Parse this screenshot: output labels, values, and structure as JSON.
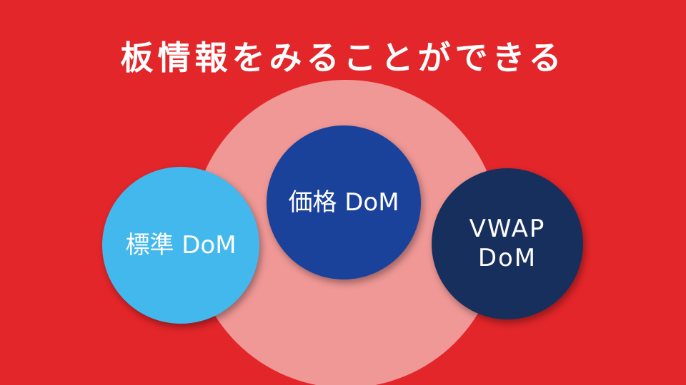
{
  "title": "板情報をみることができる",
  "circles": {
    "standard": {
      "label": "標準 DoM",
      "color": "#42b8ec"
    },
    "price": {
      "label": "価格 DoM",
      "color": "#1a429b"
    },
    "vwap": {
      "line1": "VWAP",
      "line2": "DoM",
      "color": "#172f5d"
    }
  },
  "colors": {
    "background": "#e3262a",
    "halo": "#f09896"
  }
}
